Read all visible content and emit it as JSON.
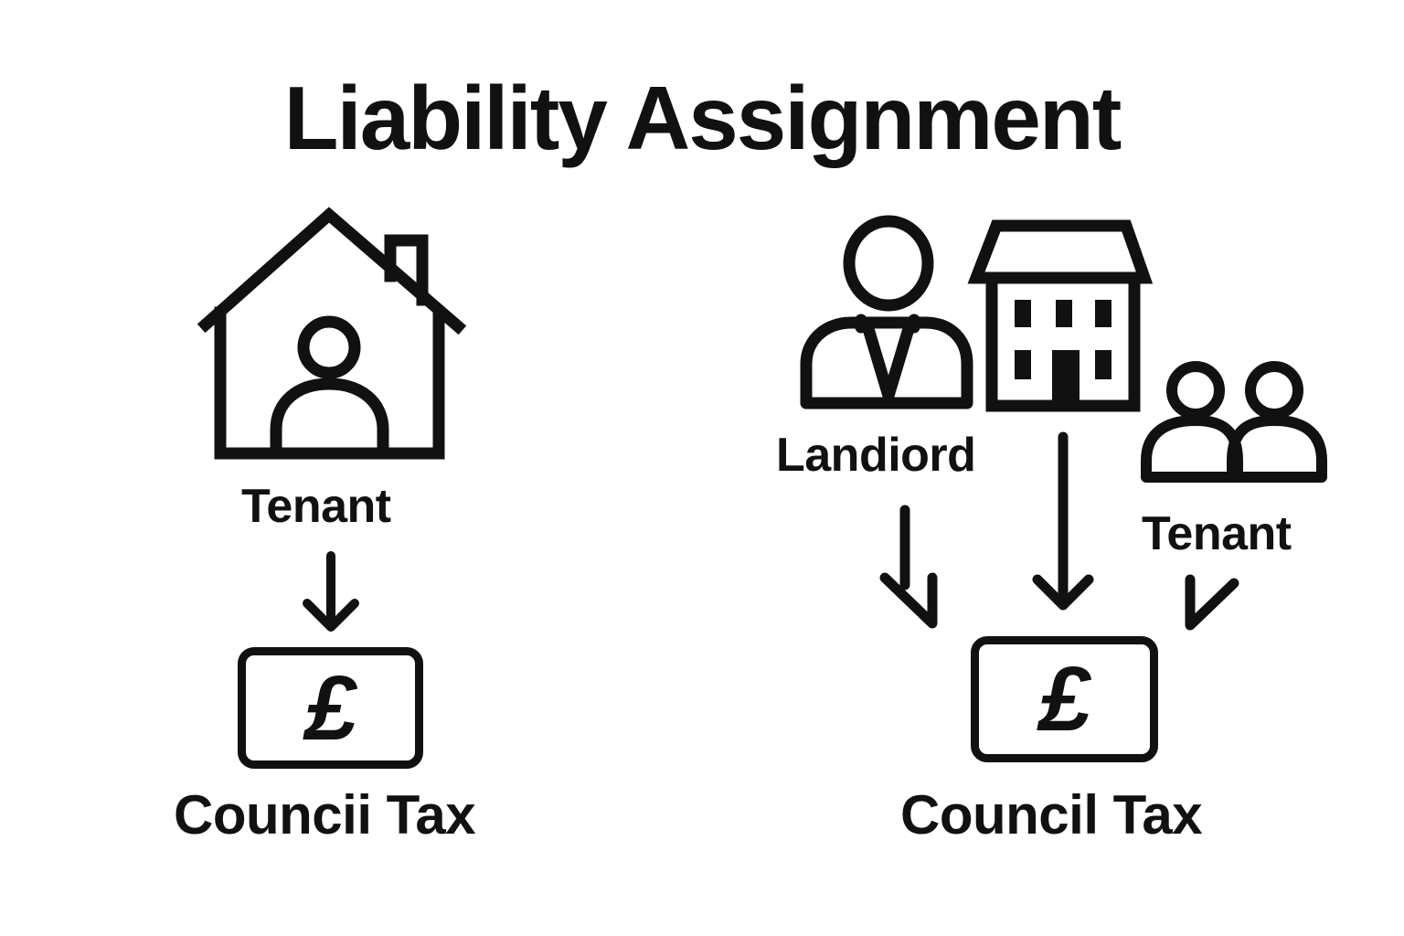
{
  "title": "Liability Assignment",
  "left_panel": {
    "icon": "house-with-person-icon",
    "party_label": "Tenant",
    "arrow": "arrow-down-icon",
    "box_symbol": "£",
    "box_icon": "pound-sign-icon",
    "result_label": "Councii Tax"
  },
  "right_panel": {
    "landlord": {
      "icon": "landlord-person-icon",
      "label": "Landiord"
    },
    "building": {
      "icon": "building-icon"
    },
    "tenant": {
      "icon": "two-people-icon",
      "label": "Tenant"
    },
    "arrows": [
      "arrow-down-right-icon",
      "arrow-down-icon",
      "arrow-down-left-icon"
    ],
    "box_symbol": "£",
    "box_icon": "pound-sign-icon",
    "result_label": "Council Tax"
  },
  "colors": {
    "stroke": "#111111",
    "background": "#ffffff"
  }
}
